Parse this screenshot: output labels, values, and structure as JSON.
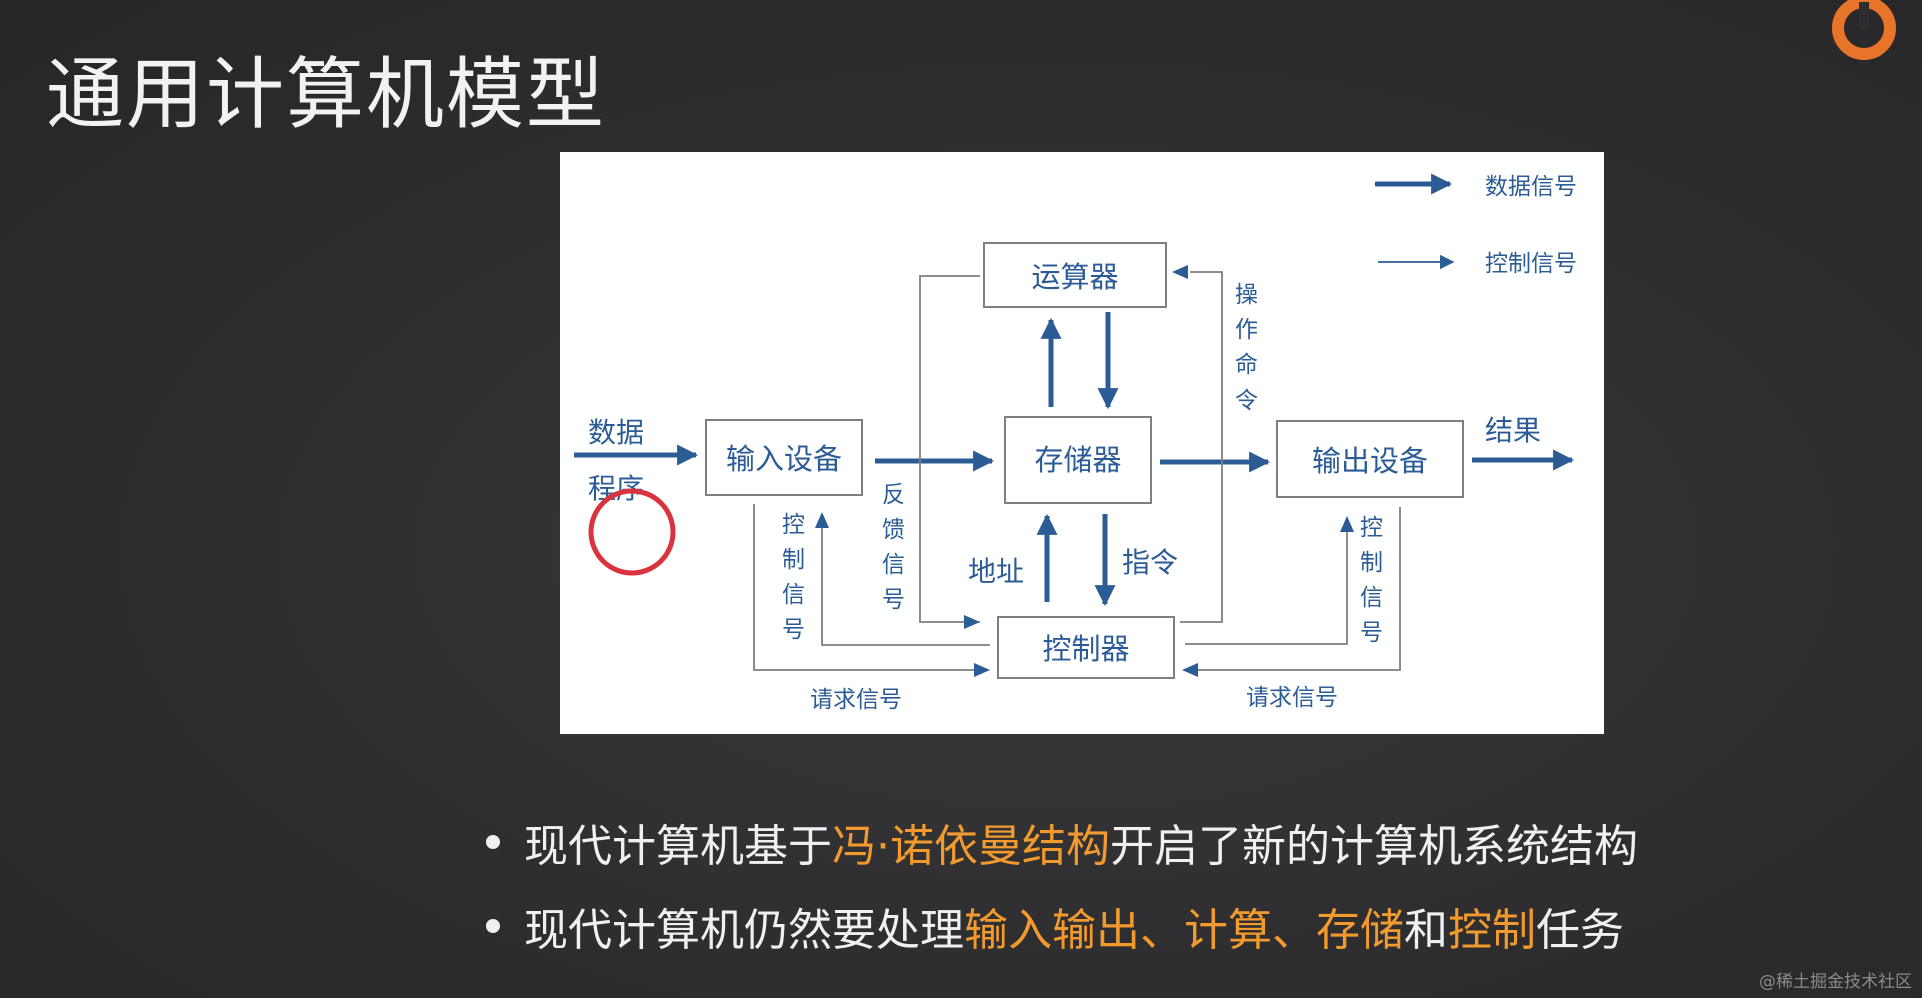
{
  "slide": {
    "title": "通用计算机模型",
    "watermark": "@稀土掘金技术社区"
  },
  "diagram": {
    "legend": {
      "data_signal": "数据信号",
      "control_signal": "控制信号"
    },
    "boxes": {
      "alu": "运算器",
      "input": "输入设备",
      "memory": "存储器",
      "output": "输出设备",
      "controller": "控制器"
    },
    "labels": {
      "data": "数据",
      "program": "程序",
      "result": "结果",
      "address": "地址",
      "instruction": "指令",
      "feedback": [
        "反",
        "馈",
        "信",
        "号"
      ],
      "operation": [
        "操",
        "作",
        "命",
        "令"
      ],
      "ctrl_left": [
        "控",
        "制",
        "信",
        "号"
      ],
      "ctrl_right": [
        "控",
        "制",
        "信",
        "号"
      ],
      "request_left": "请求信号",
      "request_right": "请求信号"
    }
  },
  "bullets": [
    {
      "before": "现代计算机基于",
      "highlight": "冯·诺依曼结构",
      "after": "开启了新的计算机系统结构"
    },
    {
      "parts": [
        {
          "text": "现代计算机仍然要处理",
          "hl": false
        },
        {
          "text": "输入输出、计算、存储",
          "hl": true
        },
        {
          "text": "和",
          "hl": false
        },
        {
          "text": "控制",
          "hl": true
        },
        {
          "text": "任务",
          "hl": false
        }
      ]
    }
  ],
  "colors": {
    "accent": "#f29a2e",
    "diagram_blue": "#2c5c96",
    "annotation_circle": "#d9333f"
  }
}
